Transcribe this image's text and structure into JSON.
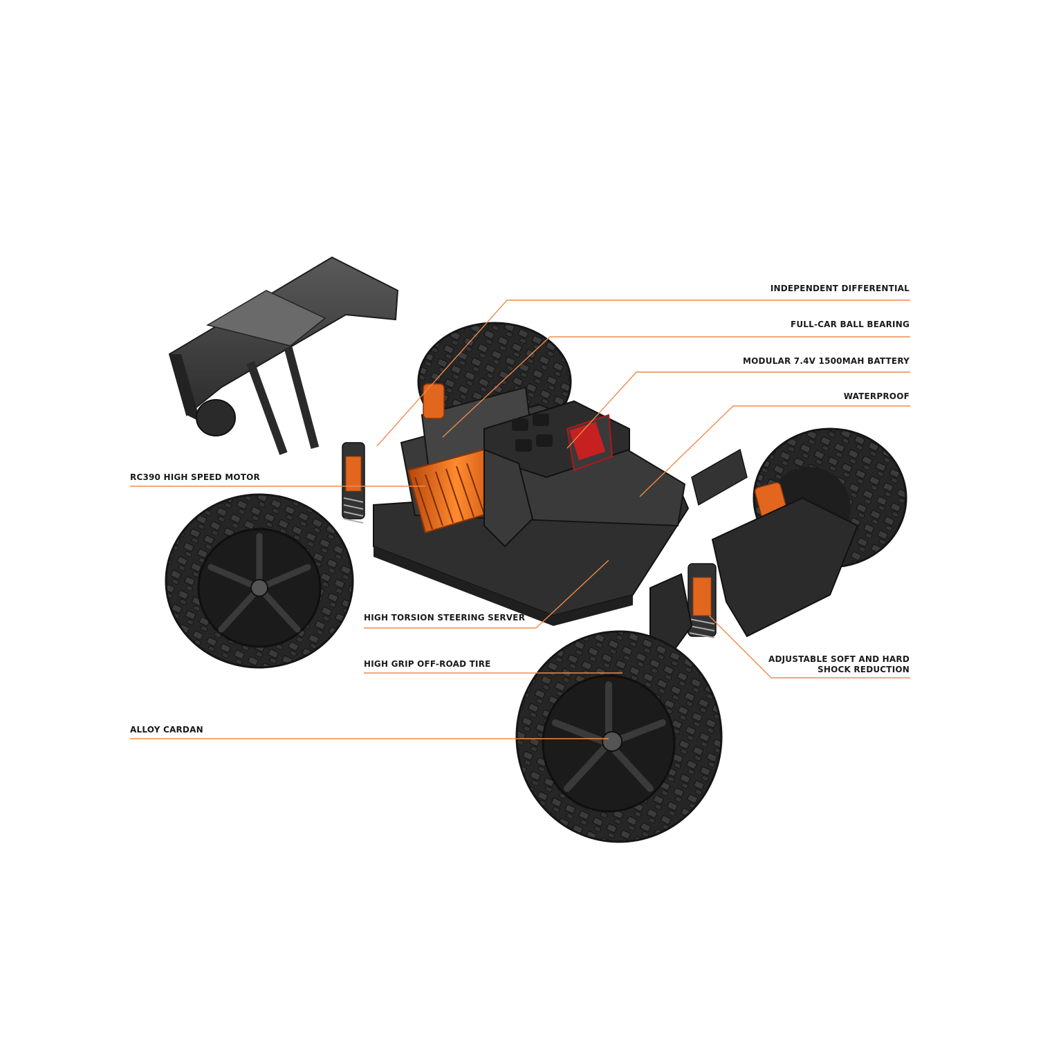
{
  "colors": {
    "accent": "#f08a4b",
    "body": "#2b2b2b",
    "motor": "#e8661a",
    "background": "#ffffff"
  },
  "callouts": {
    "independent_differential": "INDEPENDENT DIFFERENTIAL",
    "full_car_ball_bearing": "FULL-CAR BALL BEARING",
    "modular_battery": "MODULAR 7.4V 1500MAH BATTERY",
    "waterproof": "WATERPROOF",
    "motor": "RC390 HIGH SPEED MOTOR",
    "steering_server": "HIGH TORSION STEERING SERVER",
    "offroad_tire": "HIGH GRIP OFF-ROAD TIRE",
    "shock_line1": "ADJUSTABLE SOFT AND HARD",
    "shock_line2": "SHOCK REDUCTION",
    "alloy_cardan": "ALLOY CARDAN"
  }
}
